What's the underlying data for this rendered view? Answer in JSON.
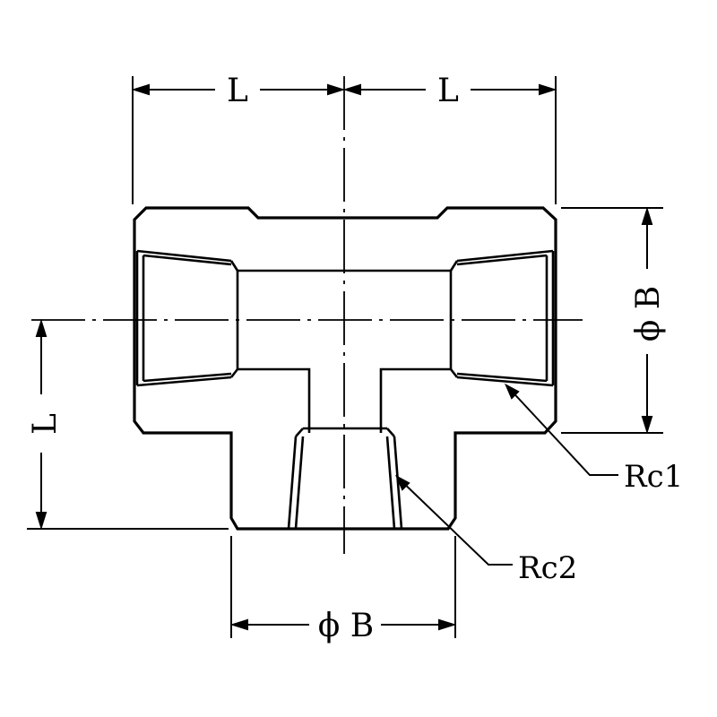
{
  "diagram": {
    "title": "",
    "labels": {
      "length_top_left": "L",
      "length_top_right": "L",
      "length_side": "L",
      "diameter_right": "ϕ B",
      "diameter_bottom": "ϕ B",
      "thread_run": "Rc1",
      "thread_branch": "Rc2"
    },
    "colors": {
      "line": "#000000",
      "background": "#ffffff"
    }
  }
}
